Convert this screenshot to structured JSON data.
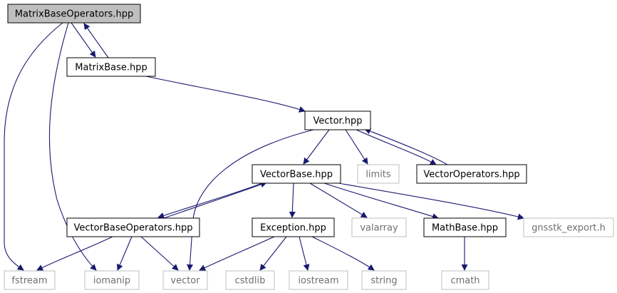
{
  "colors": {
    "edge": "#191970",
    "focus_fill": "#bfbfbf",
    "focus_stroke": "#000000",
    "file_stroke": "#000000",
    "system_stroke": "#bfbfbf",
    "system_text": "#6f6f6f"
  },
  "nodes": [
    {
      "id": "matrixbaseoperators",
      "label": "MatrixBaseOperators.hpp",
      "kind": "focus"
    },
    {
      "id": "matrixbase",
      "label": "MatrixBase.hpp",
      "kind": "file"
    },
    {
      "id": "vector_hpp",
      "label": "Vector.hpp",
      "kind": "file"
    },
    {
      "id": "vectorbase",
      "label": "VectorBase.hpp",
      "kind": "file"
    },
    {
      "id": "limits",
      "label": "limits",
      "kind": "system"
    },
    {
      "id": "vectoroperators",
      "label": "VectorOperators.hpp",
      "kind": "file"
    },
    {
      "id": "vectorbaseoperators",
      "label": "VectorBaseOperators.hpp",
      "kind": "file"
    },
    {
      "id": "exception",
      "label": "Exception.hpp",
      "kind": "file"
    },
    {
      "id": "valarray",
      "label": "valarray",
      "kind": "system"
    },
    {
      "id": "mathbase",
      "label": "MathBase.hpp",
      "kind": "file"
    },
    {
      "id": "gnsstk_export",
      "label": "gnsstk_export.h",
      "kind": "system"
    },
    {
      "id": "fstream",
      "label": "fstream",
      "kind": "system"
    },
    {
      "id": "iomanip",
      "label": "iomanip",
      "kind": "system"
    },
    {
      "id": "vector",
      "label": "vector",
      "kind": "system"
    },
    {
      "id": "cstdlib",
      "label": "cstdlib",
      "kind": "system"
    },
    {
      "id": "iostream",
      "label": "iostream",
      "kind": "system"
    },
    {
      "id": "string",
      "label": "string",
      "kind": "system"
    },
    {
      "id": "cmath",
      "label": "cmath",
      "kind": "system"
    }
  ],
  "edges": [
    {
      "from": "matrixbaseoperators",
      "to": "fstream"
    },
    {
      "from": "matrixbaseoperators",
      "to": "iomanip"
    },
    {
      "from": "matrixbaseoperators",
      "to": "matrixbase"
    },
    {
      "from": "matrixbase",
      "to": "matrixbaseoperators"
    },
    {
      "from": "matrixbase",
      "to": "vector_hpp"
    },
    {
      "from": "vector_hpp",
      "to": "vectorbase"
    },
    {
      "from": "vector_hpp",
      "to": "limits"
    },
    {
      "from": "vector_hpp",
      "to": "vector"
    },
    {
      "from": "vector_hpp",
      "to": "vectoroperators"
    },
    {
      "from": "vectoroperators",
      "to": "vector_hpp"
    },
    {
      "from": "vectorbase",
      "to": "vectorbaseoperators"
    },
    {
      "from": "vectorbaseoperators",
      "to": "vectorbase"
    },
    {
      "from": "vectorbase",
      "to": "exception"
    },
    {
      "from": "vectorbase",
      "to": "valarray"
    },
    {
      "from": "vectorbase",
      "to": "mathbase"
    },
    {
      "from": "vectorbase",
      "to": "gnsstk_export"
    },
    {
      "from": "vectorbaseoperators",
      "to": "fstream"
    },
    {
      "from": "vectorbaseoperators",
      "to": "iomanip"
    },
    {
      "from": "vectorbaseoperators",
      "to": "vector"
    },
    {
      "from": "exception",
      "to": "vector"
    },
    {
      "from": "exception",
      "to": "cstdlib"
    },
    {
      "from": "exception",
      "to": "iostream"
    },
    {
      "from": "exception",
      "to": "string"
    },
    {
      "from": "mathbase",
      "to": "cmath"
    }
  ]
}
